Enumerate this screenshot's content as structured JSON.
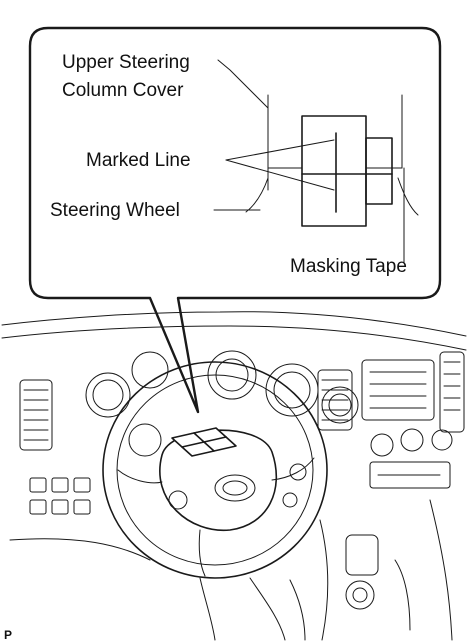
{
  "callout": {
    "labels": {
      "upper_cover_line1": "Upper Steering",
      "upper_cover_line2": "Column Cover",
      "marked_line": "Marked Line",
      "steering_wheel": "Steering Wheel",
      "masking_tape": "Masking Tape"
    }
  },
  "figure_code": "P",
  "colors": {
    "ink": "#1a1a1a",
    "background": "#ffffff"
  }
}
